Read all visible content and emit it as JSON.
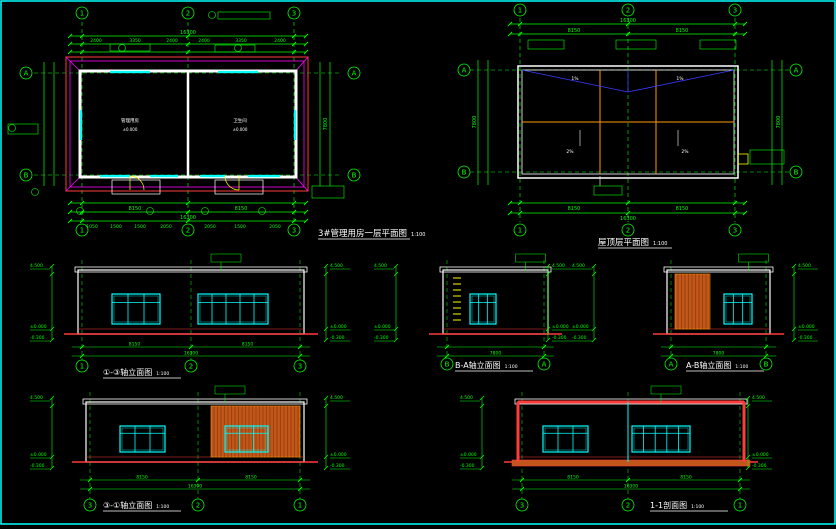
{
  "colors": {
    "background": "#000000",
    "dimension": "#00ff00",
    "wall": "#ffffff",
    "outline": "#ff3b3b",
    "magenta": "#ff00ff",
    "window": "#00ffff",
    "yellow": "#ffff00",
    "wood": "#c0561a",
    "orange": "#ff9900",
    "blue": "#3b3bff"
  },
  "plan": {
    "title": "3#管理用房一层平面图",
    "scale": "1:100",
    "axes_top": [
      "1",
      "2",
      "3"
    ],
    "axes_side": [
      "A",
      "B"
    ],
    "overall_width": "16300",
    "span_left": "8150",
    "span_right": "8150",
    "top_dims": [
      "2400",
      "3350",
      "2400",
      "2400",
      "3350",
      "2400"
    ],
    "bottom_dims": [
      "1050",
      "1500",
      "1500",
      "2050",
      "2050",
      "1500",
      "2050"
    ],
    "overall_depth": "7800",
    "room_left": "管理用房",
    "room_right": "卫生间"
  },
  "roof": {
    "title": "屋顶层平面图",
    "scale": "1:100",
    "axes_top": [
      "1",
      "2",
      "3"
    ],
    "axes_side": [
      "A",
      "B"
    ],
    "overall_width": "16300",
    "span_left": "8150",
    "span_right": "8150",
    "depth": "7800",
    "slope_labels": [
      "1%",
      "1%",
      "2%",
      "2%"
    ]
  },
  "elevations": [
    {
      "id": "e1",
      "title": "①-③轴立面图",
      "scale": "1:100",
      "axis_start": "1",
      "axis_mid": "2",
      "axis_end": "3",
      "span": "16300",
      "sub_left": "8150",
      "sub_right": "8150",
      "levels": [
        "4.500",
        "±0.000",
        "-0.300"
      ]
    },
    {
      "id": "e2",
      "title": "B-A轴立面图",
      "scale": "1:100",
      "axis_start": "B",
      "axis_end": "A",
      "span": "7800",
      "levels": [
        "4.500",
        "±0.000",
        "-0.300"
      ]
    },
    {
      "id": "e3",
      "title": "A-B轴立面图",
      "scale": "1:100",
      "axis_start": "A",
      "axis_end": "B",
      "span": "7800",
      "levels": [
        "4.500",
        "±0.000",
        "-0.300"
      ]
    },
    {
      "id": "e4",
      "title": "③-①轴立面图",
      "scale": "1:100",
      "axis_start": "3",
      "axis_mid": "2",
      "axis_end": "1",
      "span": "16300",
      "sub_left": "8150",
      "sub_right": "8150",
      "levels": [
        "4.500",
        "±0.000",
        "-0.300"
      ]
    },
    {
      "id": "e5",
      "title": "1-1剖面图",
      "scale": "1:100",
      "axis_start": "3",
      "axis_mid": "2",
      "axis_end": "1",
      "span": "16300",
      "sub_left": "8150",
      "sub_right": "8150",
      "levels": [
        "4.500",
        "±0.000",
        "-0.300"
      ]
    }
  ]
}
